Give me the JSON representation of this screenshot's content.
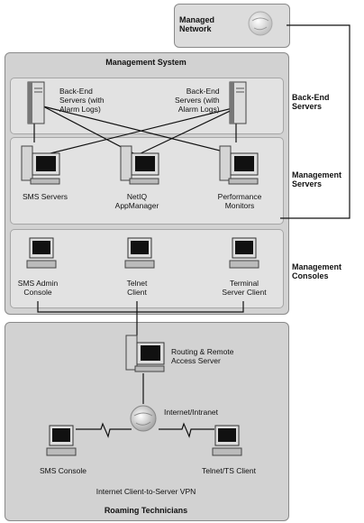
{
  "managed_network": {
    "label": "Managed\nNetwork"
  },
  "management_system": {
    "title": "Management System",
    "backend": {
      "side_label": "Back-End\nServers",
      "server_left": "Back-End\nServers (with\nAlarm Logs)",
      "server_right": "Back-End\nServers (with\nAlarm Logs)"
    },
    "mgmt_servers": {
      "side_label": "Management\nServers",
      "items": [
        "SMS Servers",
        "NetIQ\nAppManager",
        "Performance\nMonitors"
      ]
    },
    "consoles": {
      "side_label": "Management\nConsoles",
      "items": [
        "SMS Admin\nConsole",
        "Telnet\nClient",
        "Terminal\nServer Client"
      ]
    }
  },
  "roaming": {
    "title": "Roaming Technicians",
    "ras": "Routing & Remote\nAccess Server",
    "internet": "Internet/Intranet",
    "sms_console": "SMS Console",
    "telnet_client": "Telnet/TS Client",
    "vpn": "Internet Client-to-Server VPN"
  }
}
